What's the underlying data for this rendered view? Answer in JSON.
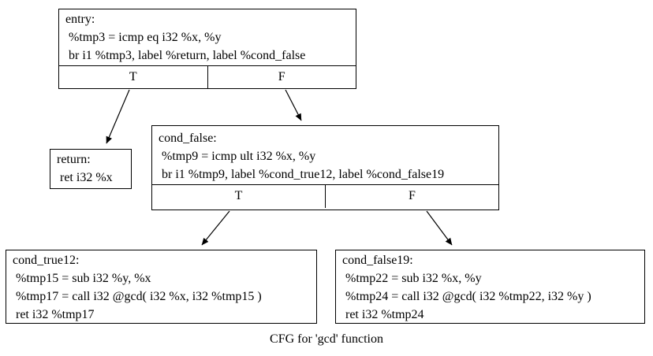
{
  "caption": "CFG for 'gcd' function",
  "colors": {
    "background": "#ffffff",
    "node_border": "#000000",
    "text": "#000000",
    "edge": "#000000"
  },
  "nodes": {
    "entry": {
      "lines": [
        "entry:",
        " %tmp3 = icmp eq i32 %x, %y",
        " br i1 %tmp3, label %return, label %cond_false"
      ],
      "true_label": "T",
      "false_label": "F"
    },
    "return": {
      "lines": [
        "return:",
        " ret i32 %x"
      ]
    },
    "cond_false": {
      "lines": [
        "cond_false:",
        " %tmp9 = icmp ult i32 %x, %y",
        " br i1 %tmp9, label %cond_true12, label %cond_false19"
      ],
      "true_label": "T",
      "false_label": "F"
    },
    "cond_true12": {
      "lines": [
        "cond_true12:",
        " %tmp15 = sub i32 %y, %x",
        " %tmp17 = call i32 @gcd( i32 %x, i32 %tmp15 )",
        " ret i32 %tmp17"
      ]
    },
    "cond_false19": {
      "lines": [
        "cond_false19:",
        " %tmp22 = sub i32 %x, %y",
        " %tmp24 = call i32 @gcd( i32 %tmp22, i32 %y )",
        " ret i32 %tmp24"
      ]
    }
  },
  "edges": [
    {
      "from": "entry (T)",
      "to": "return"
    },
    {
      "from": "entry (F)",
      "to": "cond_false"
    },
    {
      "from": "cond_false (T)",
      "to": "cond_true12"
    },
    {
      "from": "cond_false (F)",
      "to": "cond_false19"
    }
  ]
}
